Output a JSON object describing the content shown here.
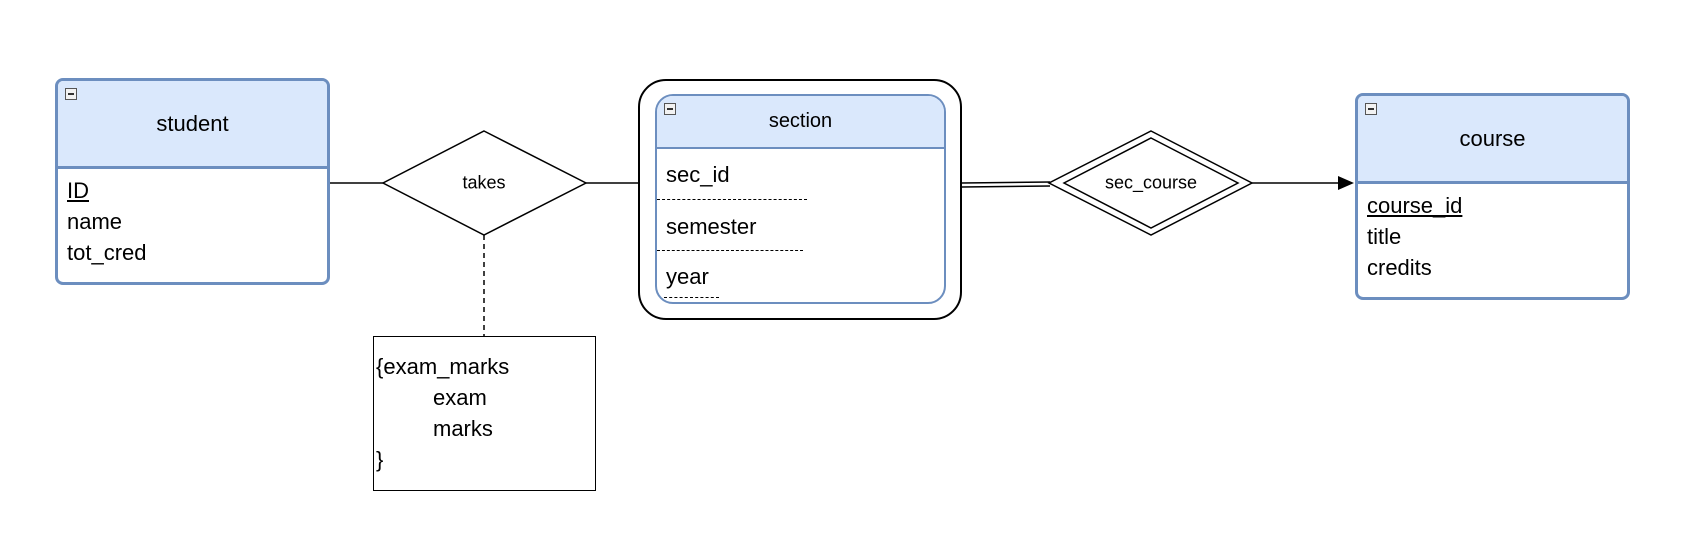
{
  "entities": {
    "student": {
      "name": "student",
      "attributes": [
        {
          "label": "ID",
          "key": true
        },
        {
          "label": "name",
          "key": false
        },
        {
          "label": "tot_cred",
          "key": false
        }
      ]
    },
    "section": {
      "name": "section",
      "weak": true,
      "attributes": [
        {
          "label": "sec_id",
          "partial_key": true
        },
        {
          "label": "semester",
          "partial_key": true
        },
        {
          "label": "year",
          "partial_key": true
        }
      ]
    },
    "course": {
      "name": "course",
      "attributes": [
        {
          "label": "course_id",
          "key": true
        },
        {
          "label": "title",
          "key": false
        },
        {
          "label": "credits",
          "key": false
        }
      ]
    }
  },
  "relationships": {
    "takes": {
      "label": "takes",
      "identifying": false
    },
    "sec_course": {
      "label": "sec_course",
      "identifying": true
    }
  },
  "relationship_attribute": {
    "lines": [
      "{exam_marks",
      "exam",
      "marks",
      "}"
    ]
  },
  "colors": {
    "entity_header_fill": "#dae8fc",
    "entity_border": "#6c8ebf",
    "line": "#000000"
  }
}
